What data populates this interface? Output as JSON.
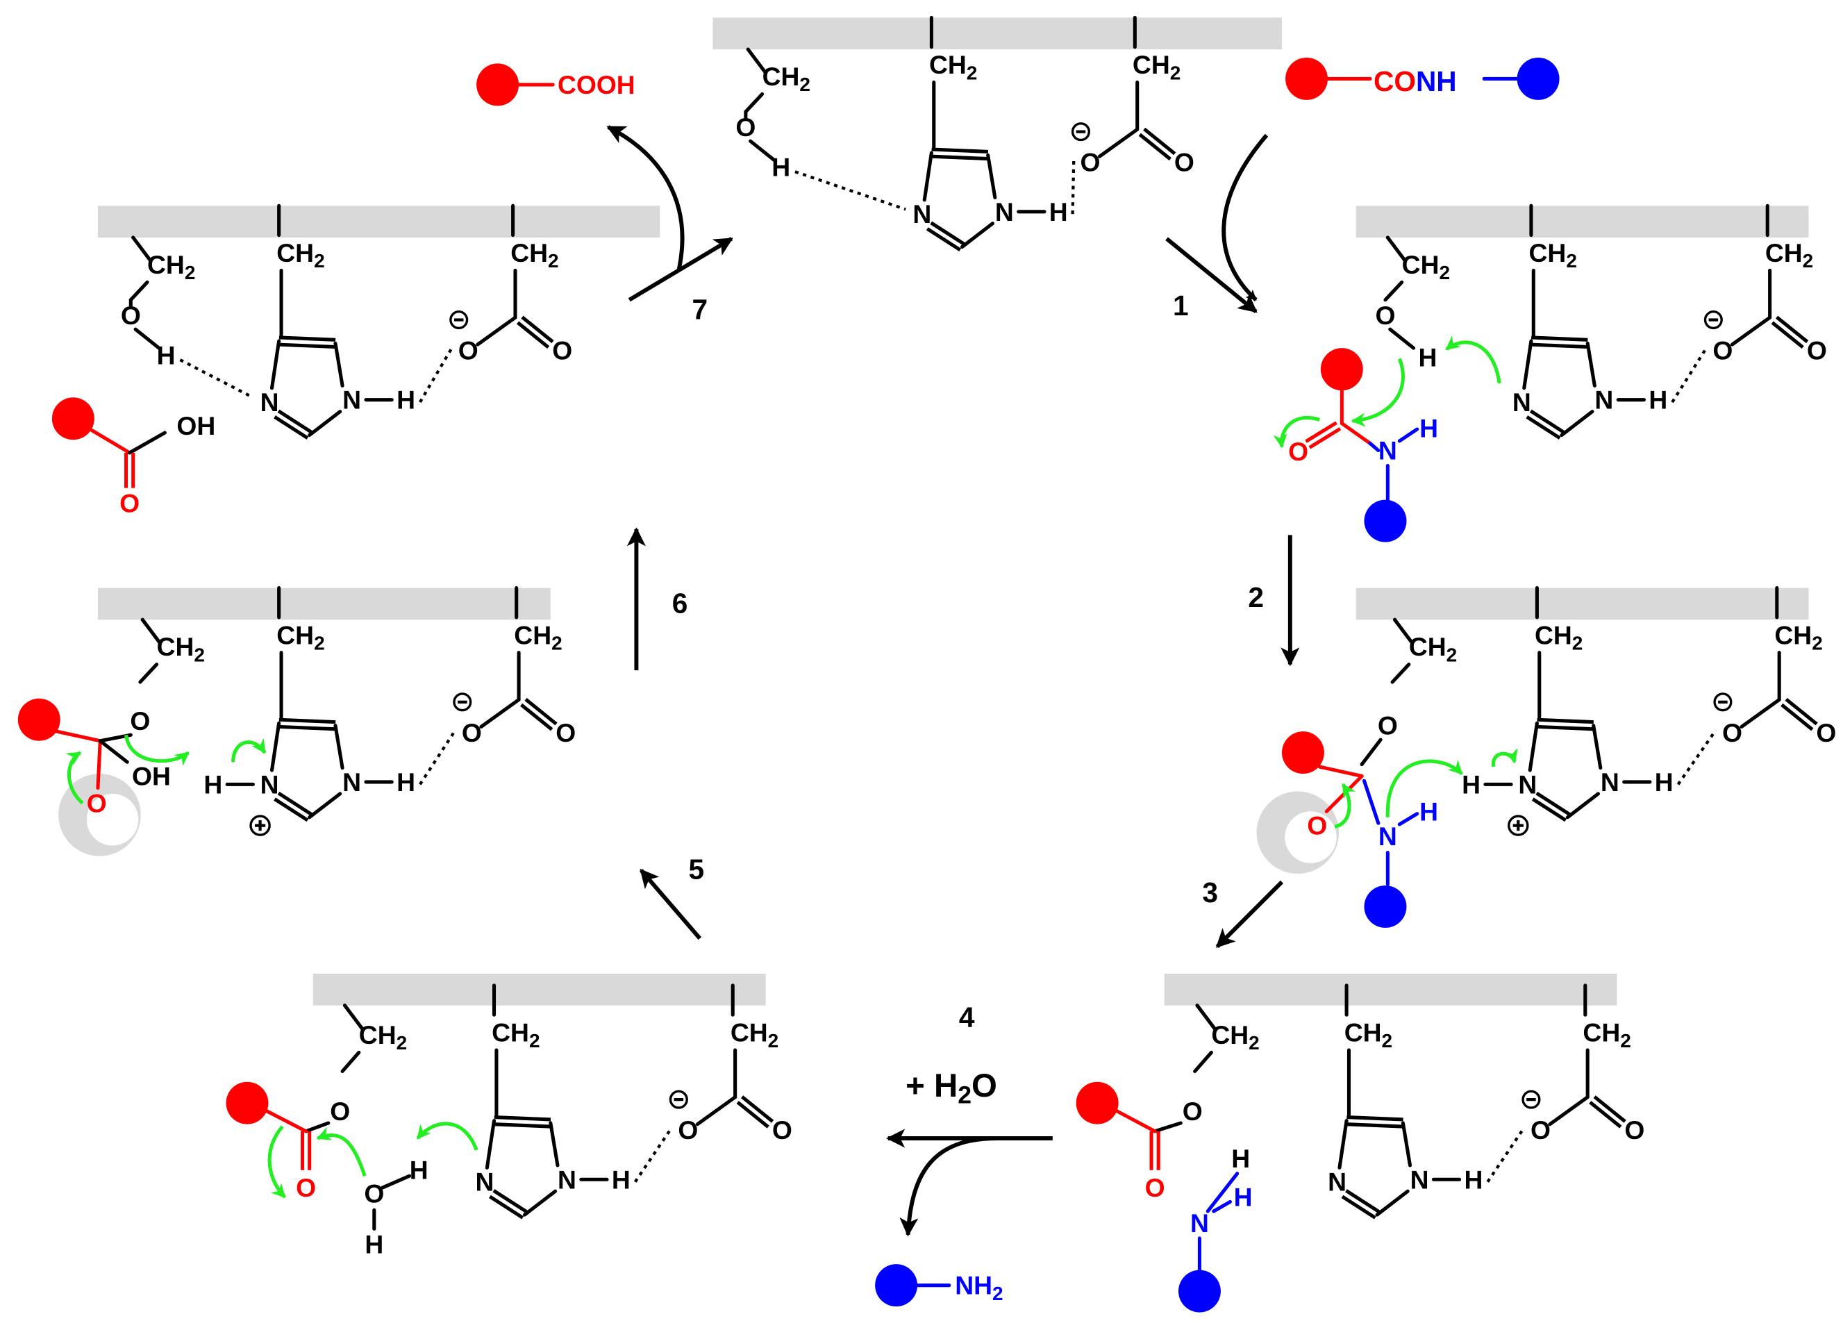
{
  "colors": {
    "bond": "#000000",
    "acyl": "#ff0000",
    "amine": "#0000ff",
    "electron_arrow": "#22ee22",
    "enzyme_backbone": "#d9d9d9",
    "oxyanion_hole": "#d9d9d9"
  },
  "labels": {
    "ch2": "CH",
    "ch2_sub": "2",
    "O": "O",
    "H": "H",
    "N": "N",
    "OH": "OH",
    "minus": "⊖",
    "plus": "⊕"
  },
  "substrate": {
    "co": "CO",
    "nh": "NH"
  },
  "products": {
    "acid": "COOH",
    "amine": "NH",
    "amine_sub": "2"
  },
  "water_reagent": {
    "prefix": "+ H",
    "sub": "2",
    "suffix": "O"
  },
  "steps": [
    "1",
    "2",
    "3",
    "4",
    "5",
    "6",
    "7"
  ],
  "legend_icons": [
    "electron-pushing-arrow-icon",
    "reaction-arrow-icon",
    "oxyanion-hole-icon"
  ]
}
